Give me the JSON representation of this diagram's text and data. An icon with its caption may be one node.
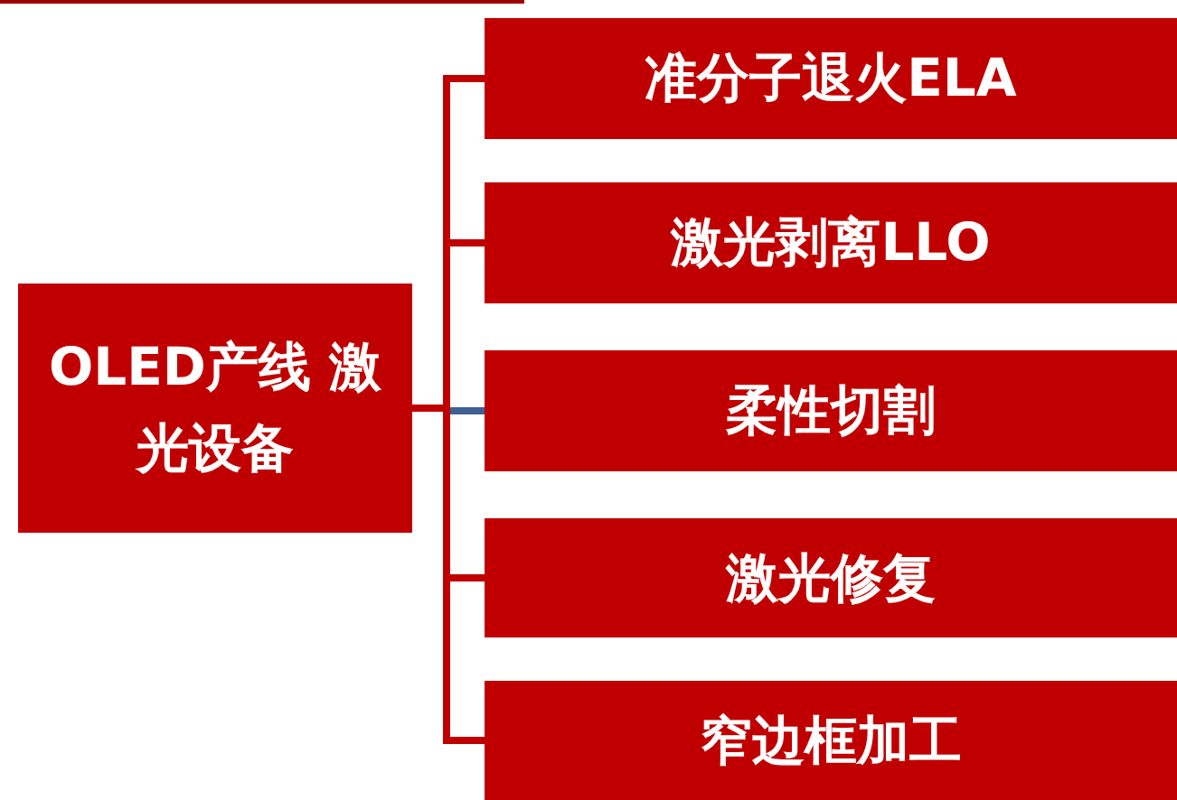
{
  "diagram": {
    "nodes": [
      {
        "text": [
          "OLED产线 激光设备"
        ]
      },
      {
        "text": [
          "准分子退火ELA"
        ]
      },
      {
        "text": [
          "激光剥离LLO"
        ]
      },
      {
        "text": [
          "柔性切割"
        ]
      },
      {
        "text": [
          "激光修复"
        ]
      },
      {
        "text": [
          "窄边框加工"
        ]
      }
    ],
    "edges": [
      {
        "from": 0,
        "to": 1,
        "arrow": "none"
      },
      {
        "from": 0,
        "to": 2,
        "arrow": "none"
      },
      {
        "from": 0,
        "to": 3,
        "arrow": "none",
        "color": "#3f5f95"
      },
      {
        "from": 0,
        "to": 4,
        "arrow": "none"
      },
      {
        "from": 0,
        "to": 5,
        "arrow": "none"
      }
    ]
  }
}
